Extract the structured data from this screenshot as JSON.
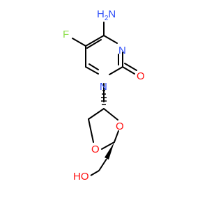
{
  "molecule": {
    "atoms": [
      {
        "id": "n_amino",
        "text": "N",
        "sub": "",
        "pre": "H",
        "pre_sub": "2",
        "color": "#3050F8"
      },
      {
        "id": "f",
        "text": "F",
        "sub": "",
        "pre": "",
        "pre_sub": "",
        "color": "#90E050"
      },
      {
        "id": "n3",
        "text": "N",
        "sub": "",
        "pre": "",
        "pre_sub": "",
        "color": "#3050F8"
      },
      {
        "id": "n1",
        "text": "N",
        "sub": "",
        "pre": "",
        "pre_sub": "",
        "color": "#3050F8"
      },
      {
        "id": "o_carbonyl",
        "text": "O",
        "sub": "",
        "pre": "",
        "pre_sub": "",
        "color": "#FF0D0D"
      },
      {
        "id": "o_ring1",
        "text": "O",
        "sub": "",
        "pre": "",
        "pre_sub": "",
        "color": "#FF0D0D"
      },
      {
        "id": "o_ring2",
        "text": "O",
        "sub": "",
        "pre": "",
        "pre_sub": "",
        "color": "#FF0D0D"
      },
      {
        "id": "oh",
        "text": "HO",
        "sub": "",
        "pre": "",
        "pre_sub": "",
        "color": "#FF0D0D"
      }
    ],
    "bond_color": "#000000"
  }
}
